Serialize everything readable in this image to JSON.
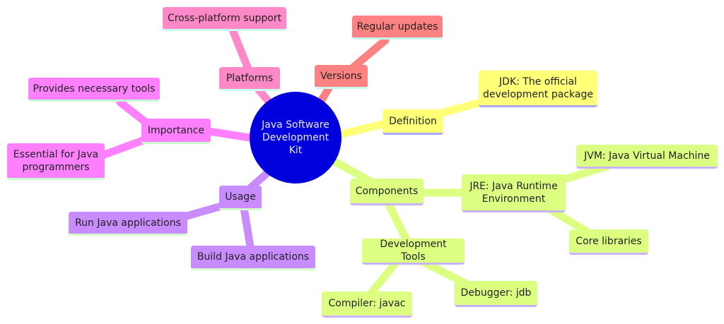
{
  "root": "Java Software Development Kit",
  "branches": {
    "platforms": {
      "label": "Platforms",
      "children": [
        "Cross-platform support"
      ]
    },
    "versions": {
      "label": "Versions",
      "children": [
        "Regular updates"
      ]
    },
    "definition": {
      "label": "Definition",
      "children": [
        "JDK: The official development package"
      ]
    },
    "importance": {
      "label": "Importance",
      "children": [
        "Provides necessary tools",
        "Essential for Java programmers"
      ]
    },
    "usage": {
      "label": "Usage",
      "children": [
        "Run Java applications",
        "Build Java applications"
      ]
    },
    "components": {
      "label": "Components",
      "jre": {
        "label": "JRE: Java Runtime Environment",
        "children": [
          "JVM: Java Virtual Machine",
          "Core libraries"
        ]
      },
      "devtools": {
        "label": "Development Tools",
        "children": [
          "Compiler: javac",
          "Debugger: jdb"
        ]
      }
    }
  },
  "colors": {
    "root": "#0000dc",
    "platforms": "#ff88c8",
    "versions": "#ff8282",
    "definition": "#ffff78",
    "importance": "#ff80ff",
    "usage": "#c88cff",
    "components": "#dcff82"
  }
}
